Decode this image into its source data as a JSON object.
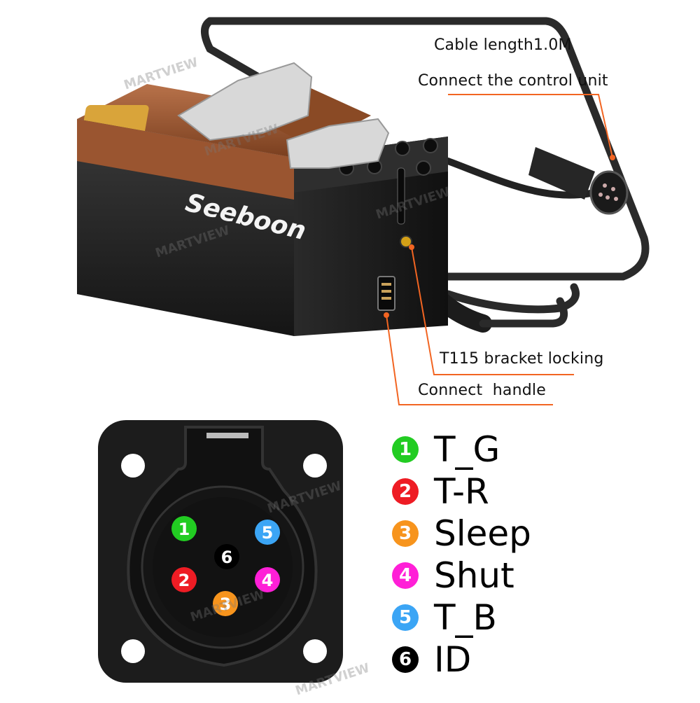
{
  "callouts": {
    "cable_length": "Cable length1.0M",
    "connect_control_unit": "Connect the control unit",
    "bracket_locking": "T115 bracket locking",
    "connect_handle": "Connect  handle"
  },
  "brand_logo": "Seeboon",
  "watermark": "MARTVIEW",
  "pins": [
    {
      "number": "1",
      "label": "T_G",
      "color": "#22cc22"
    },
    {
      "number": "2",
      "label": "T-R",
      "color": "#ee1c24"
    },
    {
      "number": "3",
      "label": "Sleep",
      "color": "#f7941d"
    },
    {
      "number": "4",
      "label": "Shut",
      "color": "#ff1fd7"
    },
    {
      "number": "5",
      "label": "T_B",
      "color": "#3ba5f5"
    },
    {
      "number": "6",
      "label": "ID",
      "color": "#000000"
    }
  ],
  "accent_color": "#f26522"
}
